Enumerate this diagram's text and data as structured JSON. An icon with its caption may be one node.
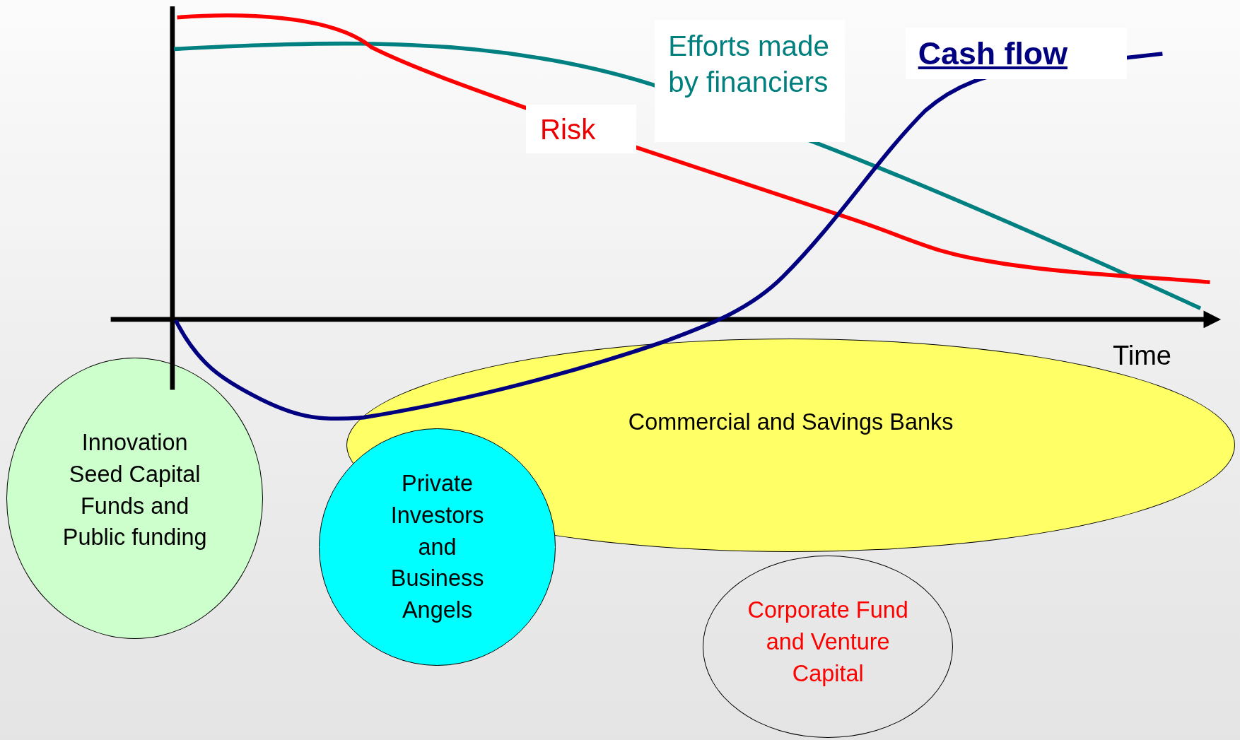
{
  "diagram": {
    "nodes": [
      {
        "text": [
          "Innovation Seed Capital Funds and Public funding"
        ]
      },
      {
        "text": [
          "Commercial and Savings Banks"
        ]
      },
      {
        "text": [
          "Private Investors and Business Angels"
        ]
      },
      {
        "text": [
          "Corporate Fund and Venture Capital"
        ]
      }
    ],
    "labels": [
      "Efforts made by financiers",
      "Cash flow",
      "Risk",
      "Time"
    ]
  }
}
